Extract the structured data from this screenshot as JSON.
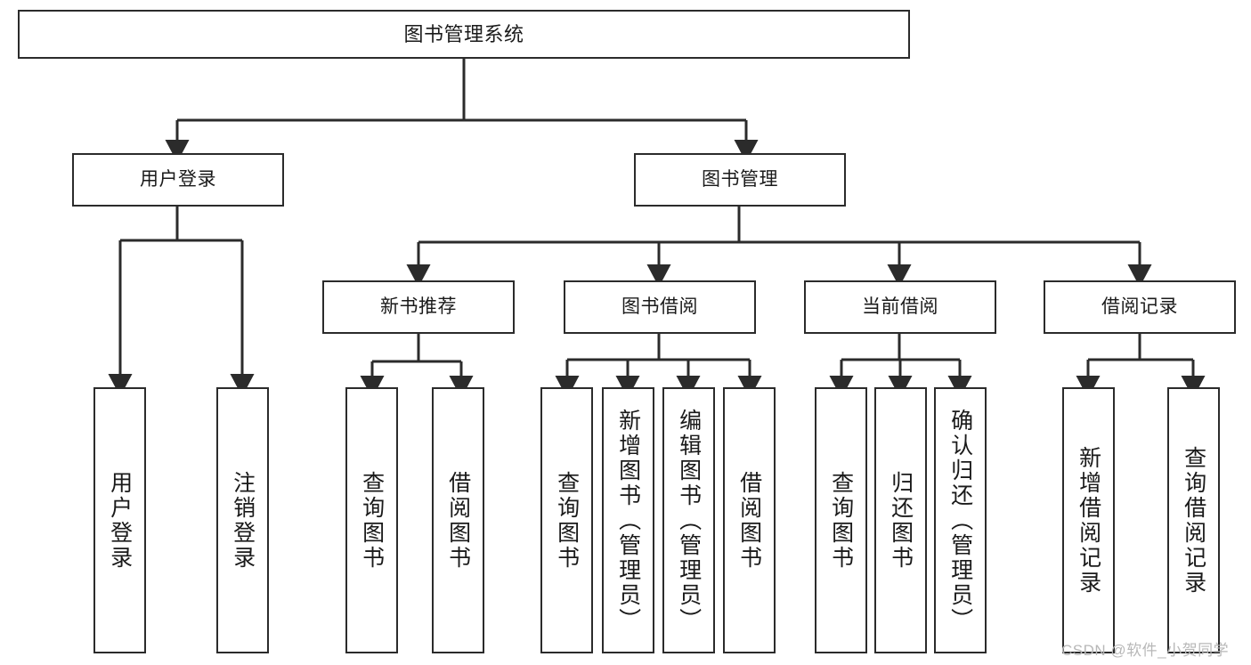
{
  "diagram": {
    "title": "图书管理系统",
    "type": "hierarchy-tree",
    "watermark": "CSDN @软件_小贺同学",
    "colors": {
      "stroke": "#2b2b2b",
      "fill": "#ffffff",
      "text": "#1a1a1a",
      "watermark": "#b8b8b8"
    },
    "levels": {
      "root": [
        "图书管理系统"
      ],
      "level2": [
        "用户登录",
        "图书管理"
      ],
      "level3": [
        "新书推荐",
        "图书借阅",
        "当前借阅",
        "借阅记录"
      ],
      "leaves": [
        "用户登录",
        "注销登录",
        "查询图书",
        "借阅图书",
        "查询图书",
        "新增图书（管理员）",
        "编辑图书（管理员）",
        "借阅图书",
        "查询图书",
        "归还图书",
        "确认归还（管理员）",
        "新增借阅记录",
        "查询借阅记录"
      ]
    }
  },
  "nodes": {
    "root": {
      "label": "图书管理系统"
    },
    "user_login": {
      "label": "用户登录"
    },
    "book_mgmt": {
      "label": "图书管理"
    },
    "new_book_rec": {
      "label": "新书推荐"
    },
    "book_borrow": {
      "label": "图书借阅"
    },
    "current_borrow": {
      "label": "当前借阅"
    },
    "borrow_record": {
      "label": "借阅记录"
    },
    "leaf_user_login": {
      "label": "用户登录"
    },
    "leaf_user_logout": {
      "label": "注销登录"
    },
    "leaf_rec_query": {
      "label": "查询图书"
    },
    "leaf_rec_borrow": {
      "label": "借阅图书"
    },
    "leaf_borrow_query": {
      "label": "查询图书"
    },
    "leaf_borrow_add": {
      "label": "新增图书（管理员）"
    },
    "leaf_borrow_edit": {
      "label": "编辑图书（管理员）"
    },
    "leaf_borrow_borrow": {
      "label": "借阅图书"
    },
    "leaf_cur_query": {
      "label": "查询图书"
    },
    "leaf_cur_return": {
      "label": "归还图书"
    },
    "leaf_cur_confirm": {
      "label": "确认归还（管理员）"
    },
    "leaf_rectrl_add": {
      "label": "新增借阅记录"
    },
    "leaf_rectrl_query": {
      "label": "查询借阅记录"
    }
  },
  "footer": {
    "watermark": "CSDN @软件_小贺同学"
  }
}
